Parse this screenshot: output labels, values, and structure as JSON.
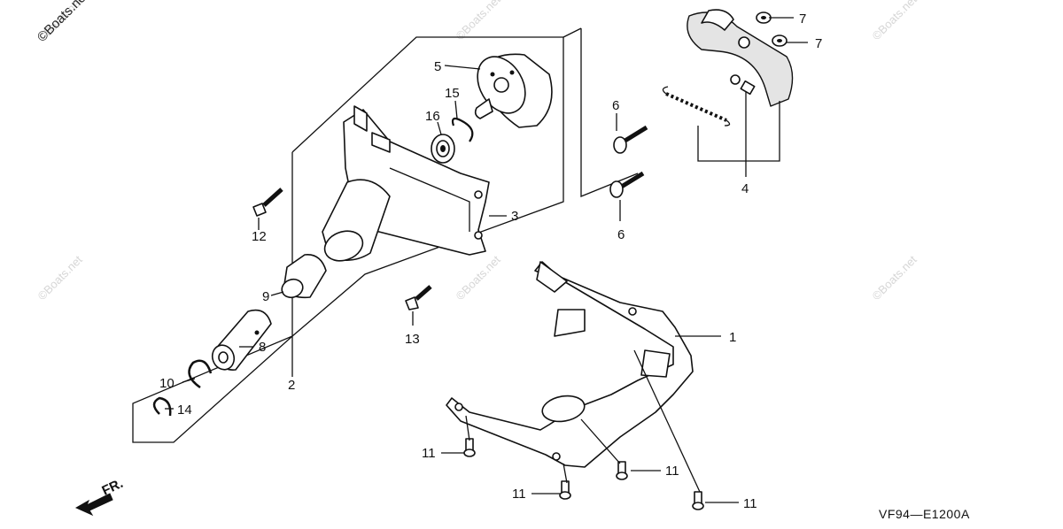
{
  "diagram": {
    "watermark": "©Boats.net",
    "diagram_code": "VF94—E1200A",
    "front_indicator": "FR.",
    "callouts": [
      {
        "id": "c1",
        "label": "1"
      },
      {
        "id": "c2",
        "label": "2"
      },
      {
        "id": "c3",
        "label": "3"
      },
      {
        "id": "c4",
        "label": "4"
      },
      {
        "id": "c5",
        "label": "5"
      },
      {
        "id": "c6a",
        "label": "6"
      },
      {
        "id": "c6b",
        "label": "6"
      },
      {
        "id": "c7a",
        "label": "7"
      },
      {
        "id": "c7b",
        "label": "7"
      },
      {
        "id": "c8",
        "label": "8"
      },
      {
        "id": "c9",
        "label": "9"
      },
      {
        "id": "c10",
        "label": "10"
      },
      {
        "id": "c11a",
        "label": "11"
      },
      {
        "id": "c11b",
        "label": "11"
      },
      {
        "id": "c11c",
        "label": "11"
      },
      {
        "id": "c11d",
        "label": "11"
      },
      {
        "id": "c12",
        "label": "12"
      },
      {
        "id": "c13",
        "label": "13"
      },
      {
        "id": "c14",
        "label": "14"
      },
      {
        "id": "c15",
        "label": "15"
      },
      {
        "id": "c16",
        "label": "16"
      }
    ]
  }
}
